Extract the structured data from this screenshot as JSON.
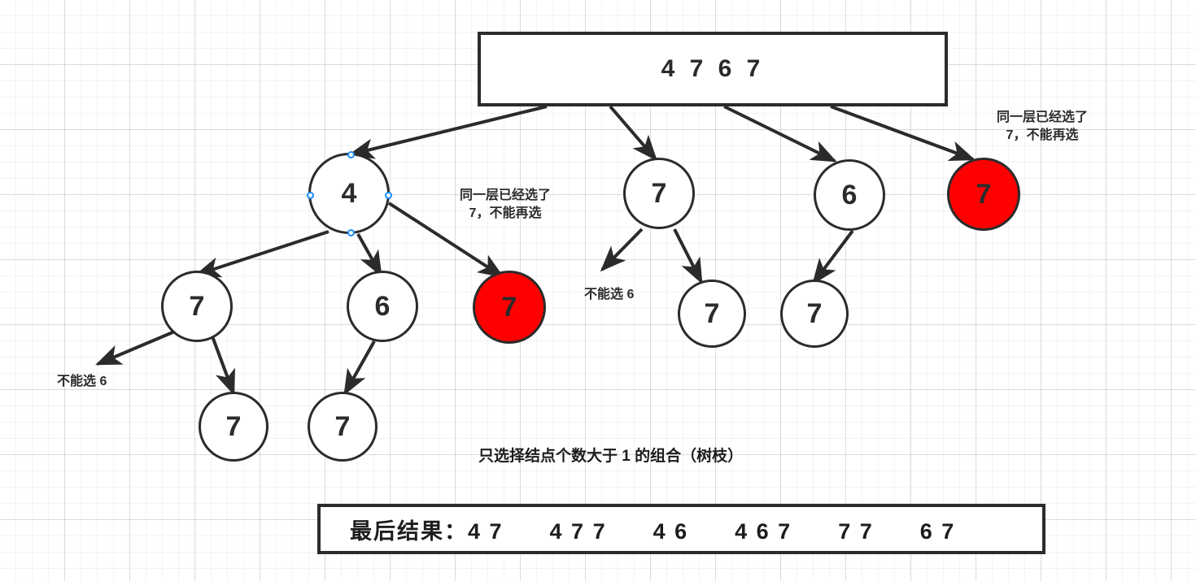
{
  "diagram": {
    "title_box": {
      "label": "4 7 6 7"
    },
    "result_box": {
      "label": "最后结果：4 7      4 7 7      4 6      4 6 7      7 7      6 7"
    },
    "caption": "只选择结点个数大于 1 的组合（树枝）",
    "colors": {
      "node_fill": "#ffffff",
      "node_pruned_fill": "#FF0000",
      "stroke": "#2b2b2b",
      "handle": "#1a8cff",
      "grid": "#ededed"
    },
    "notes": [
      {
        "id": "note-right-top",
        "text": "同一层已经选了\n7，不能再选"
      },
      {
        "id": "note-mid",
        "text": "同一层已经选了\n7，不能再选"
      },
      {
        "id": "note-cannot-pick-6-right",
        "text": "不能选 6"
      },
      {
        "id": "note-cannot-pick-6-left",
        "text": "不能选 6"
      }
    ],
    "nodes": [
      {
        "id": "n-4",
        "label": "4",
        "pruned": false,
        "selected": true
      },
      {
        "id": "n-l1-7",
        "label": "7",
        "pruned": false,
        "selected": false
      },
      {
        "id": "n-l1-6",
        "label": "6",
        "pruned": false,
        "selected": false
      },
      {
        "id": "n-l1-7-red",
        "label": "7",
        "pruned": true,
        "selected": false
      },
      {
        "id": "n-l2-7a",
        "label": "7",
        "pruned": false,
        "selected": false
      },
      {
        "id": "n-l2-6",
        "label": "6",
        "pruned": false,
        "selected": false
      },
      {
        "id": "n-l2-7-red",
        "label": "7",
        "pruned": true,
        "selected": false
      },
      {
        "id": "n-l2-7b",
        "label": "7",
        "pruned": false,
        "selected": false
      },
      {
        "id": "n-l2-7c",
        "label": "7",
        "pruned": false,
        "selected": false
      },
      {
        "id": "n-l3-7a",
        "label": "7",
        "pruned": false,
        "selected": false
      },
      {
        "id": "n-l3-7b",
        "label": "7",
        "pruned": false,
        "selected": false
      }
    ]
  }
}
